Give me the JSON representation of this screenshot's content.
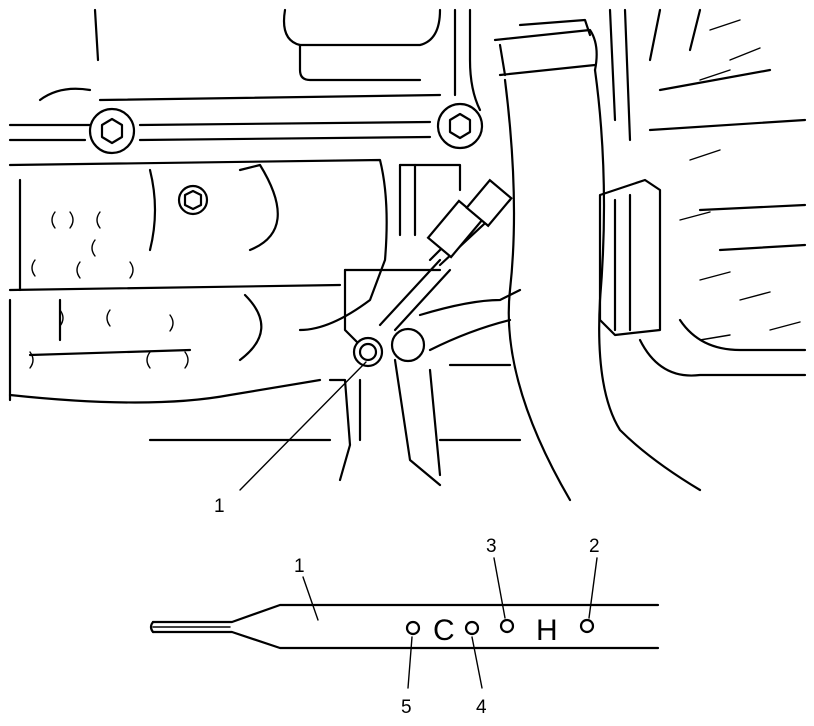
{
  "top_view": {
    "callouts": [
      {
        "id": "1",
        "text": "1"
      }
    ]
  },
  "dipstick": {
    "callouts": [
      {
        "id": "1",
        "text": "1"
      },
      {
        "id": "3",
        "text": "3"
      },
      {
        "id": "2",
        "text": "2"
      },
      {
        "id": "5",
        "text": "5"
      },
      {
        "id": "4",
        "text": "4"
      }
    ],
    "marks": [
      {
        "id": "c",
        "text": "C"
      },
      {
        "id": "h",
        "text": "H"
      }
    ]
  }
}
